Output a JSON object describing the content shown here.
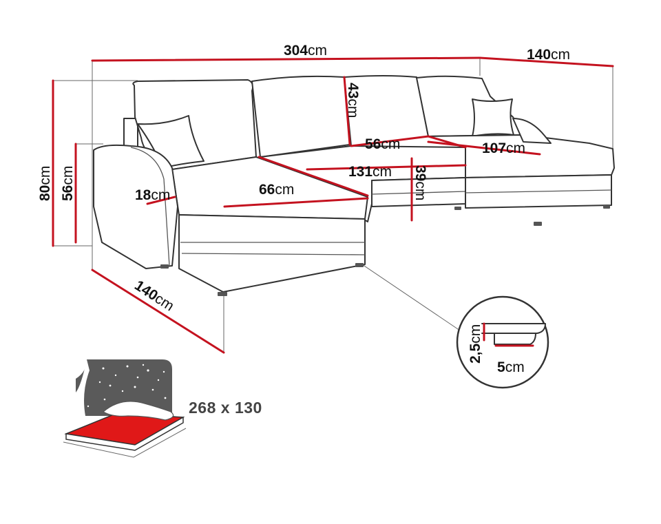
{
  "unit": "cm",
  "dimensions": {
    "total_width": "304",
    "chaise_width_right": "140",
    "total_height": "80",
    "seat_height": "56",
    "backrest_height": "43",
    "seat_depth_middle": "56",
    "chaise_length_right": "107",
    "armrest_width": "18",
    "chaise_seat_width_left": "66",
    "middle_seat_width": "131",
    "seat_front_height": "39",
    "chaise_length_left": "140"
  },
  "detail": {
    "height": "2,5",
    "width": "5"
  },
  "bed": {
    "size": "268 x 130"
  },
  "colors": {
    "dimension_line": "#c4121f",
    "outline": "#333333",
    "bed_surface": "#e01818",
    "night_sky": "#5a5a5a"
  }
}
